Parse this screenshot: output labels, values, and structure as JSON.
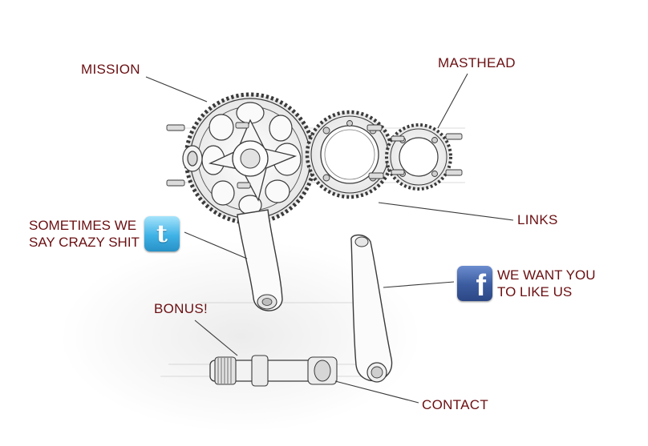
{
  "nav": {
    "mission": "MISSION",
    "masthead": "MASTHEAD",
    "links": "LINKS",
    "bonus": "BONUS!",
    "contact": "CONTACT"
  },
  "social": {
    "twitter": {
      "line1": "SOMETIMES WE",
      "line2": "SAY CRAZY SHIT",
      "icon": "twitter-icon",
      "glyph": "t",
      "color": "#3fb2e6"
    },
    "facebook": {
      "line1": "WE WANT YOU",
      "line2": "TO LIKE US",
      "icon": "facebook-icon",
      "glyph": "f",
      "color": "#3b5b9f"
    }
  },
  "colors": {
    "label": "#6b0f12",
    "sketch": "#3a3a3a"
  }
}
